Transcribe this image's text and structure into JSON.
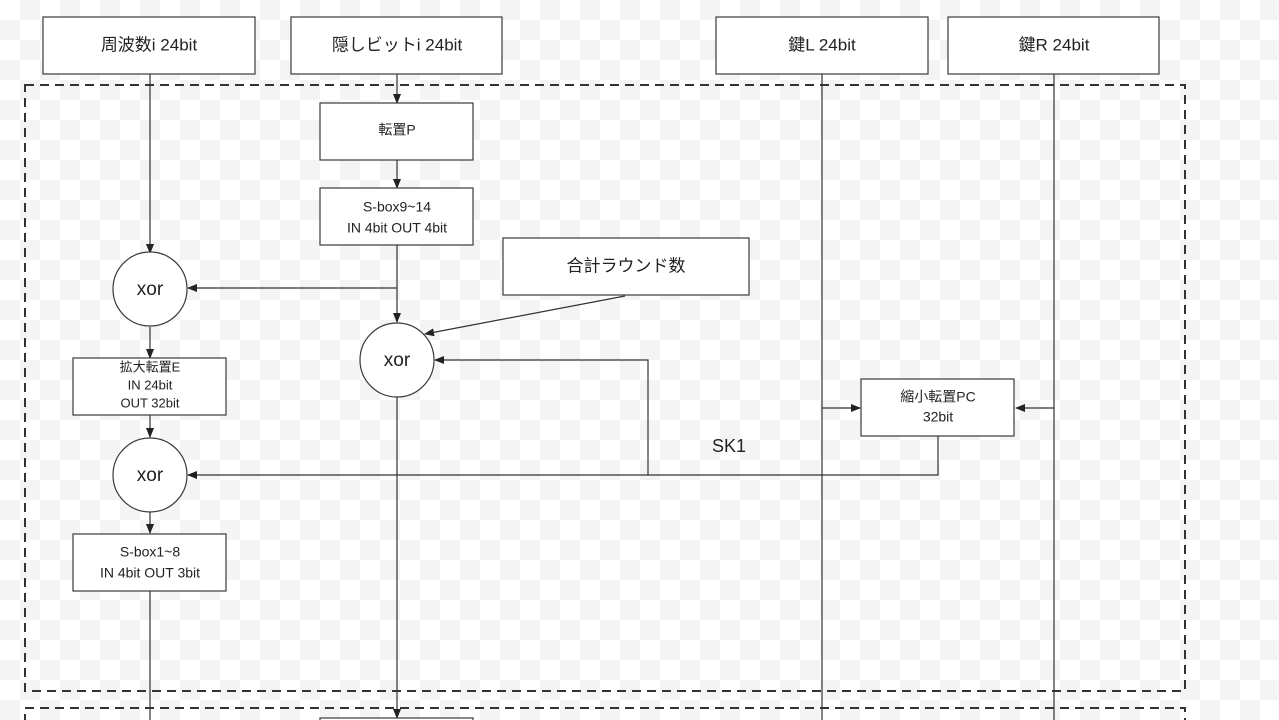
{
  "diagram": {
    "inputs": {
      "frequency": "周波数i 24bit",
      "hidden_bit": "隠しビットi 24bit",
      "key_left": "鍵L 24bit",
      "key_right": "鍵R 24bit"
    },
    "nodes": {
      "permutation_p": "転置P",
      "sbox_upper": [
        "S-box9~14",
        "IN 4bit OUT 4bit"
      ],
      "total_rounds": "合計ラウンド数",
      "xor_left_top": "xor",
      "xor_center": "xor",
      "xor_left_mid": "xor",
      "expansion_e": [
        "拡大転置E",
        "IN 24bit",
        "OUT 32bit"
      ],
      "sbox_lower": [
        "S-box1~8",
        "IN 4bit OUT 3bit"
      ],
      "compression_pc": [
        "縮小転置PC",
        "32bit"
      ]
    },
    "edge_labels": {
      "subkey": "SK1"
    }
  }
}
